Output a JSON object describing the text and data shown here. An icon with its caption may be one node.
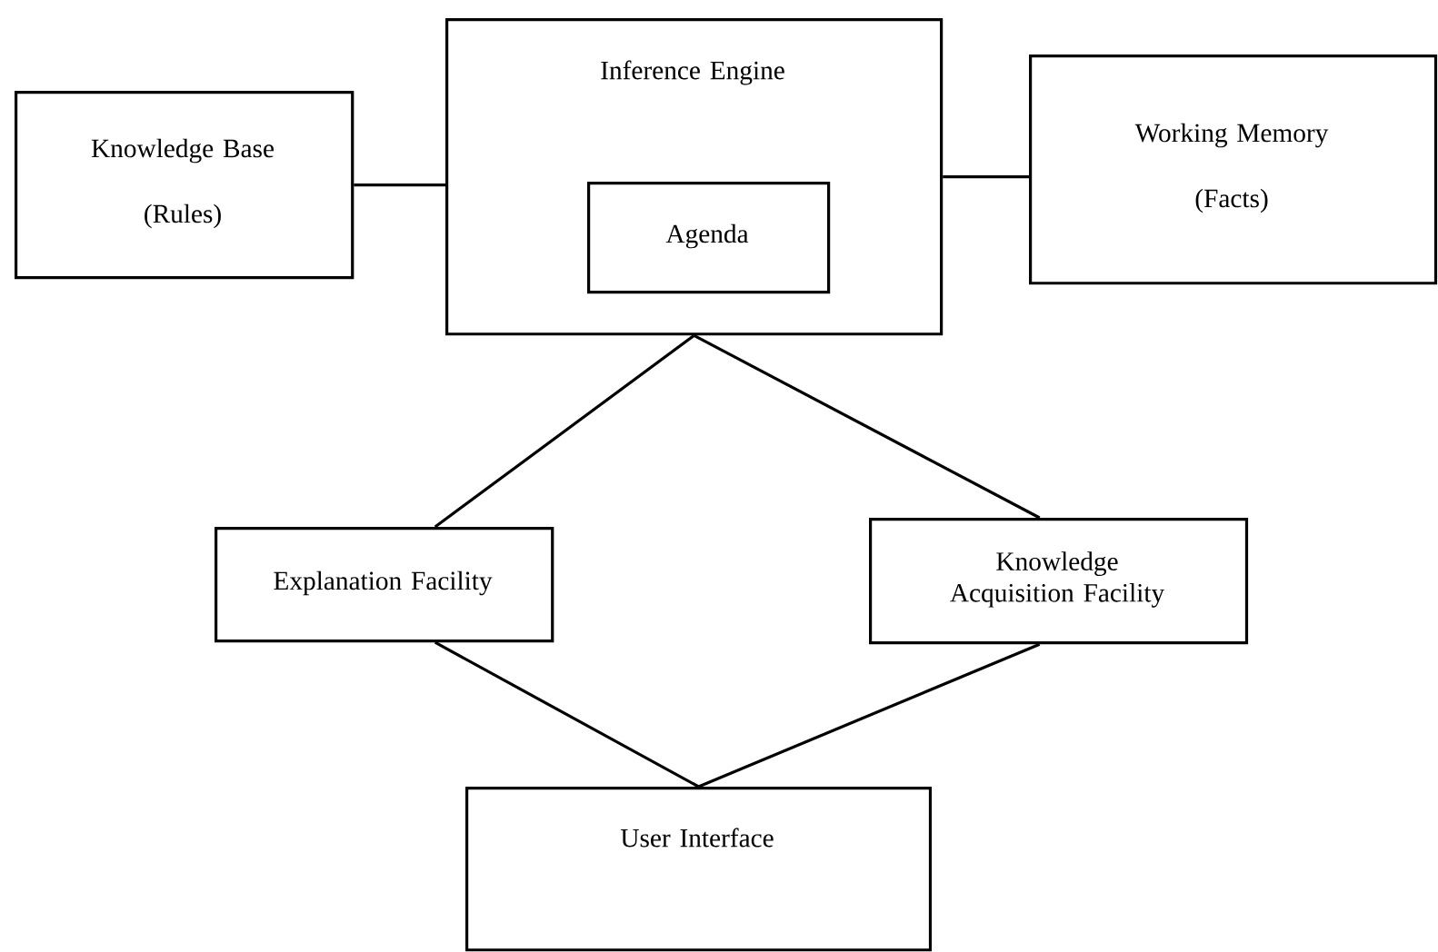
{
  "diagram": {
    "nodes": [
      {
        "text": [
          "Knowledge Base",
          "(Rules)"
        ]
      },
      {
        "text": [
          "Inference Engine"
        ]
      },
      {
        "text": [
          "Agenda"
        ],
        "in": 1
      },
      {
        "text": [
          "Working Memory",
          "(Facts)"
        ]
      },
      {
        "text": [
          "Explanation Facility"
        ]
      },
      {
        "text": [
          "Knowledge Acquisition Facility"
        ]
      },
      {
        "text": [
          "User Interface"
        ]
      }
    ],
    "edges": [
      {
        "from": 0,
        "to": 1,
        "arrow": "none"
      },
      {
        "from": 1,
        "to": 3,
        "arrow": "none"
      },
      {
        "from": 1,
        "to": 4,
        "arrow": "none"
      },
      {
        "from": 1,
        "to": 5,
        "arrow": "none"
      },
      {
        "from": 4,
        "to": 6,
        "arrow": "none"
      },
      {
        "from": 5,
        "to": 6,
        "arrow": "none"
      }
    ]
  }
}
